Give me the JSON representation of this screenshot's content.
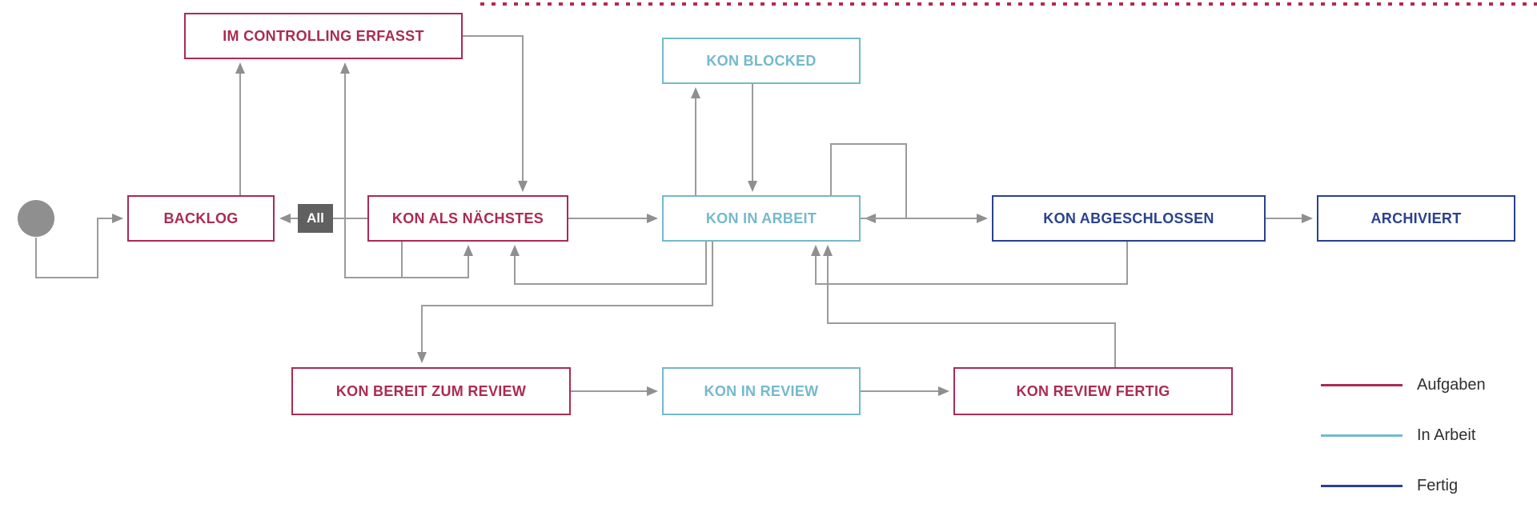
{
  "diagram": {
    "nodes": {
      "backlog": {
        "label": "BACKLOG",
        "category": "todo"
      },
      "im_controlling_erfasst": {
        "label": "IM CONTROLLING ERFASST",
        "category": "todo"
      },
      "kon_als_naechstes": {
        "label": "KON ALS NÄCHSTES",
        "category": "todo"
      },
      "kon_blocked": {
        "label": "KON BLOCKED",
        "category": "in_progress"
      },
      "kon_in_arbeit": {
        "label": "KON IN ARBEIT",
        "category": "in_progress"
      },
      "kon_abgeschlossen": {
        "label": "KON ABGESCHLOSSEN",
        "category": "done"
      },
      "archiviert": {
        "label": "ARCHIVIERT",
        "category": "done"
      },
      "kon_bereit_zum_review": {
        "label": "KON BEREIT ZUM REVIEW",
        "category": "todo"
      },
      "kon_in_review": {
        "label": "KON IN REVIEW",
        "category": "in_progress"
      },
      "kon_review_fertig": {
        "label": "KON REVIEW FERTIG",
        "category": "todo"
      }
    },
    "transition_label": "All",
    "colors": {
      "todo": "#ab2b52",
      "in_progress": "#74b9cc",
      "done": "#2a418e",
      "arrow": "#9b9b9b",
      "all_badge_bg": "#606060",
      "start_node": "#8f8f8f",
      "dotted_line": "#b5294e"
    }
  },
  "legend": {
    "items": [
      {
        "label": "Aufgaben",
        "color": "#ab2b52"
      },
      {
        "label": "In Arbeit",
        "color": "#74b9cc"
      },
      {
        "label": "Fertig",
        "color": "#2a418e"
      }
    ]
  }
}
